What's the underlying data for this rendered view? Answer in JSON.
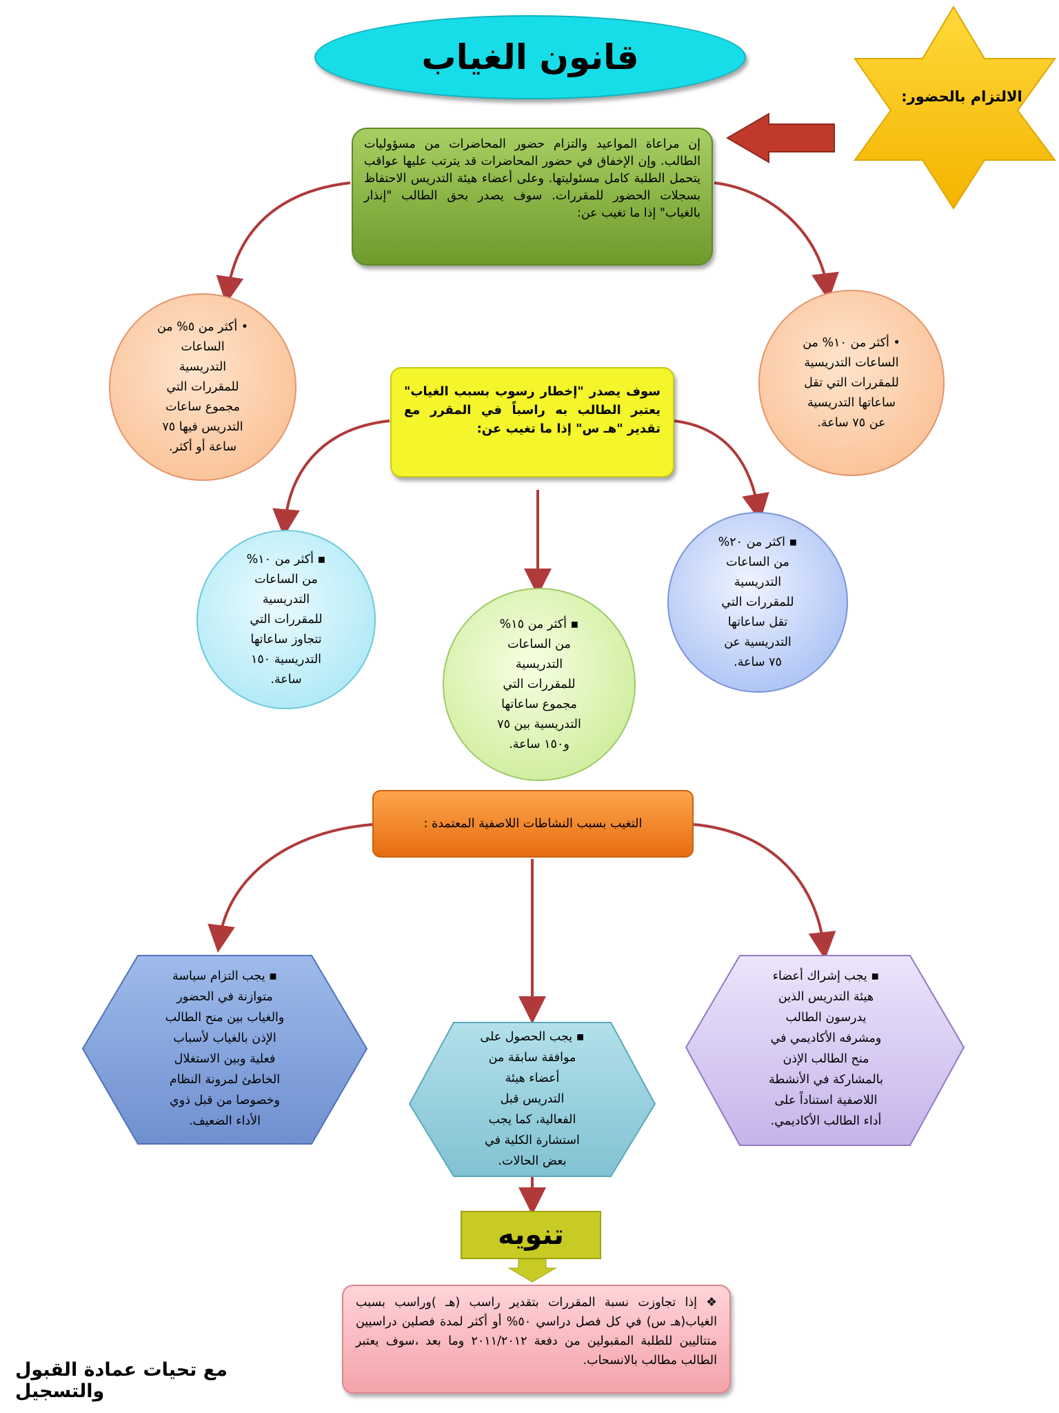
{
  "title": "قانون الغياب",
  "star_label": "الالتزام بالحضور:",
  "intro": "إن مراعاة المواعيد والتزام حضور المحاضرات من مسؤوليات الطالب. وإن الإخفاق في حضور المحاضرات قد يترتب عليها عواقب يتحمل الطلبة كامل مسئوليتها. وعلى أعضاء هيئة التدريس الاحتفاظ بسجلات الحضور للمقررات. سوف يصدر بحق الطالب \"إنذار بالغياب\" إذا ما تغيب عن:",
  "warning_circles": [
    {
      "lines": [
        "• أكثر من ١٠% من",
        "الساعات التدريسية",
        "للمقررات التي تقل",
        "ساعاتها التدريسية",
        "عن ٧٥ ساعة."
      ]
    },
    {
      "lines": [
        "• أكثر من ٥% من",
        "الساعات",
        "التدريسية",
        "للمقررات التي",
        "مجموع ساعات",
        "التدريس فيها ٧٥",
        "ساعة أو أكثر."
      ]
    }
  ],
  "failure_notice": "سوف يصدر \"إخطار رسوب بسبب الغياب\" يعتبر الطالب به راسباً في المقرر مع تقدير \"هـ س\" إذا ما تغيب عن:",
  "failure_circles": [
    {
      "lines": [
        "▪ اكثر من ٢٠%",
        "من الساعات",
        "التدريسية",
        "للمقررات التي",
        "تقل ساعاتها",
        "التدريسية عن",
        "٧٥ ساعة."
      ]
    },
    {
      "lines": [
        "▪ أكثر من ١٥%",
        "من الساعات",
        "التدريسية",
        "للمقررات التي",
        "مجموع ساعاتها",
        "التدريسية بين ٧٥",
        "و١٥٠ ساعة."
      ]
    },
    {
      "lines": [
        "▪ أكثر من ١٠%",
        "من الساعات",
        "التدريسية",
        "للمقررات التي",
        "تتجاوز ساعاتها",
        "التدريسية ١٥٠",
        "ساعة."
      ]
    }
  ],
  "activities_header": "التغيب بسبب النشاطات اللاصفية المعتمدة :",
  "activity_items": [
    {
      "lines": [
        "▪ يجب إشراك أعضاء",
        "هيئة التدريس الذين",
        "يدرسون الطالب",
        "ومشرفه الأكاديمي في",
        "منح الطالب الإذن",
        "بالمشاركة في الأنشطة",
        "اللاصفية استناداً على",
        "أداء الطالب الأكاديمي."
      ]
    },
    {
      "lines": [
        "▪ يجب الحصول على",
        "موافقة سابقة من",
        "أعضاء هيئة",
        "التدريس قبل",
        "الفعالية، كما يجب",
        "استشارة الكلية في",
        "بعض الحالات."
      ]
    },
    {
      "lines": [
        "▪ يجب التزام سياسة",
        "متوازنة في الحضور",
        "والغياب بين منح الطالب",
        "الإذن بالغياب لأسباب",
        "فعلية وبين الاستغلال",
        "الخاطئ لمرونة النظام",
        "وخصوصا من قبل ذوي",
        "الأداء الضعيف."
      ]
    }
  ],
  "note_title": "تنويه",
  "note_text": "❖ إذا تجاوزت نسبة المقررات بتقدير راسب (هـ )وراسب بسبب الغياب(هـ س) في كل فصل دراسي ٥٠% أو أكثر لمدة فصلين دراسيين متتاليين للطلبة المقبولين من دفعة ٢٠١١/٢٠١٢ وما بعد ،سوف يعتبر الطالب مطالب بالانسحاب.",
  "footer": "مع تحيات عمادة القبول والتسجيل",
  "colors": {
    "title_oval": "#17dde8",
    "star": "#fdc812",
    "pointer_arrow": "#c0392b",
    "connector": "#b03a3a",
    "green_box": "#8ab84a",
    "yellow_box": "#f4f52a",
    "orange_bar": "#f28a2e",
    "hex_blue": "#7f9fd9",
    "hex_teal": "#8ccad8",
    "hex_purple": "#d6c9f0",
    "note_box": "#c8cb24",
    "pink_box": "#f6b7bd"
  }
}
